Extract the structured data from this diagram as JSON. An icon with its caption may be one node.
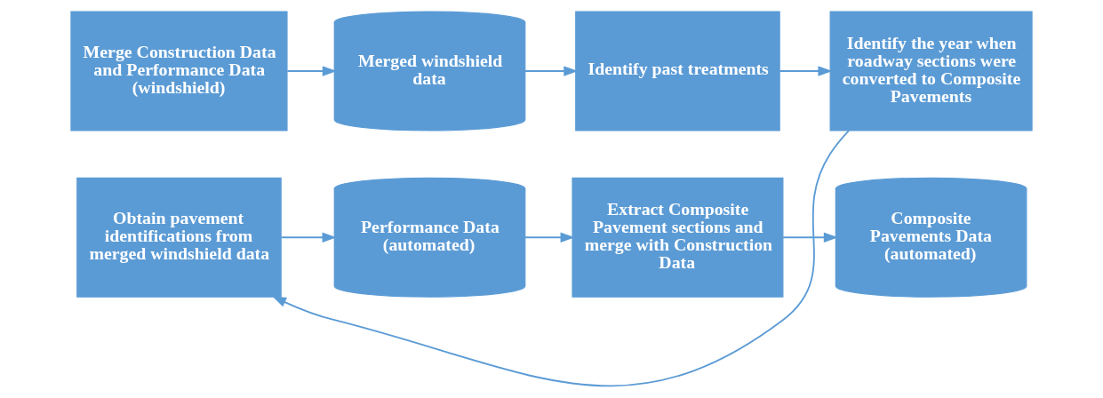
{
  "diagram": {
    "nodes": [
      {
        "text": [
          "Merge Construction Data and Performance Data (windshield)"
        ]
      },
      {
        "text": [
          "Merged windshield data"
        ]
      },
      {
        "text": [
          "Identify past treatments"
        ]
      },
      {
        "text": [
          "Identify the year when roadway sections were converted to Composite Pavements"
        ]
      },
      {
        "text": [
          "Obtain pavement identifications from merged windshield data"
        ]
      },
      {
        "text": [
          "Performance Data (automated)"
        ]
      },
      {
        "text": [
          "Extract Composite Pavement sections and merge with Construction Data"
        ]
      },
      {
        "text": [
          "Composite Pavements Data (automated)"
        ]
      }
    ],
    "edges": [
      {
        "from": 0,
        "to": 1,
        "arrow": "to"
      },
      {
        "from": 1,
        "to": 2,
        "arrow": "to"
      },
      {
        "from": 2,
        "to": 3,
        "arrow": "to"
      },
      {
        "from": 3,
        "to": 4,
        "arrow": "to"
      },
      {
        "from": 4,
        "to": 5,
        "arrow": "to"
      },
      {
        "from": 5,
        "to": 6,
        "arrow": "to"
      },
      {
        "from": 6,
        "to": 7,
        "arrow": "to"
      }
    ]
  }
}
